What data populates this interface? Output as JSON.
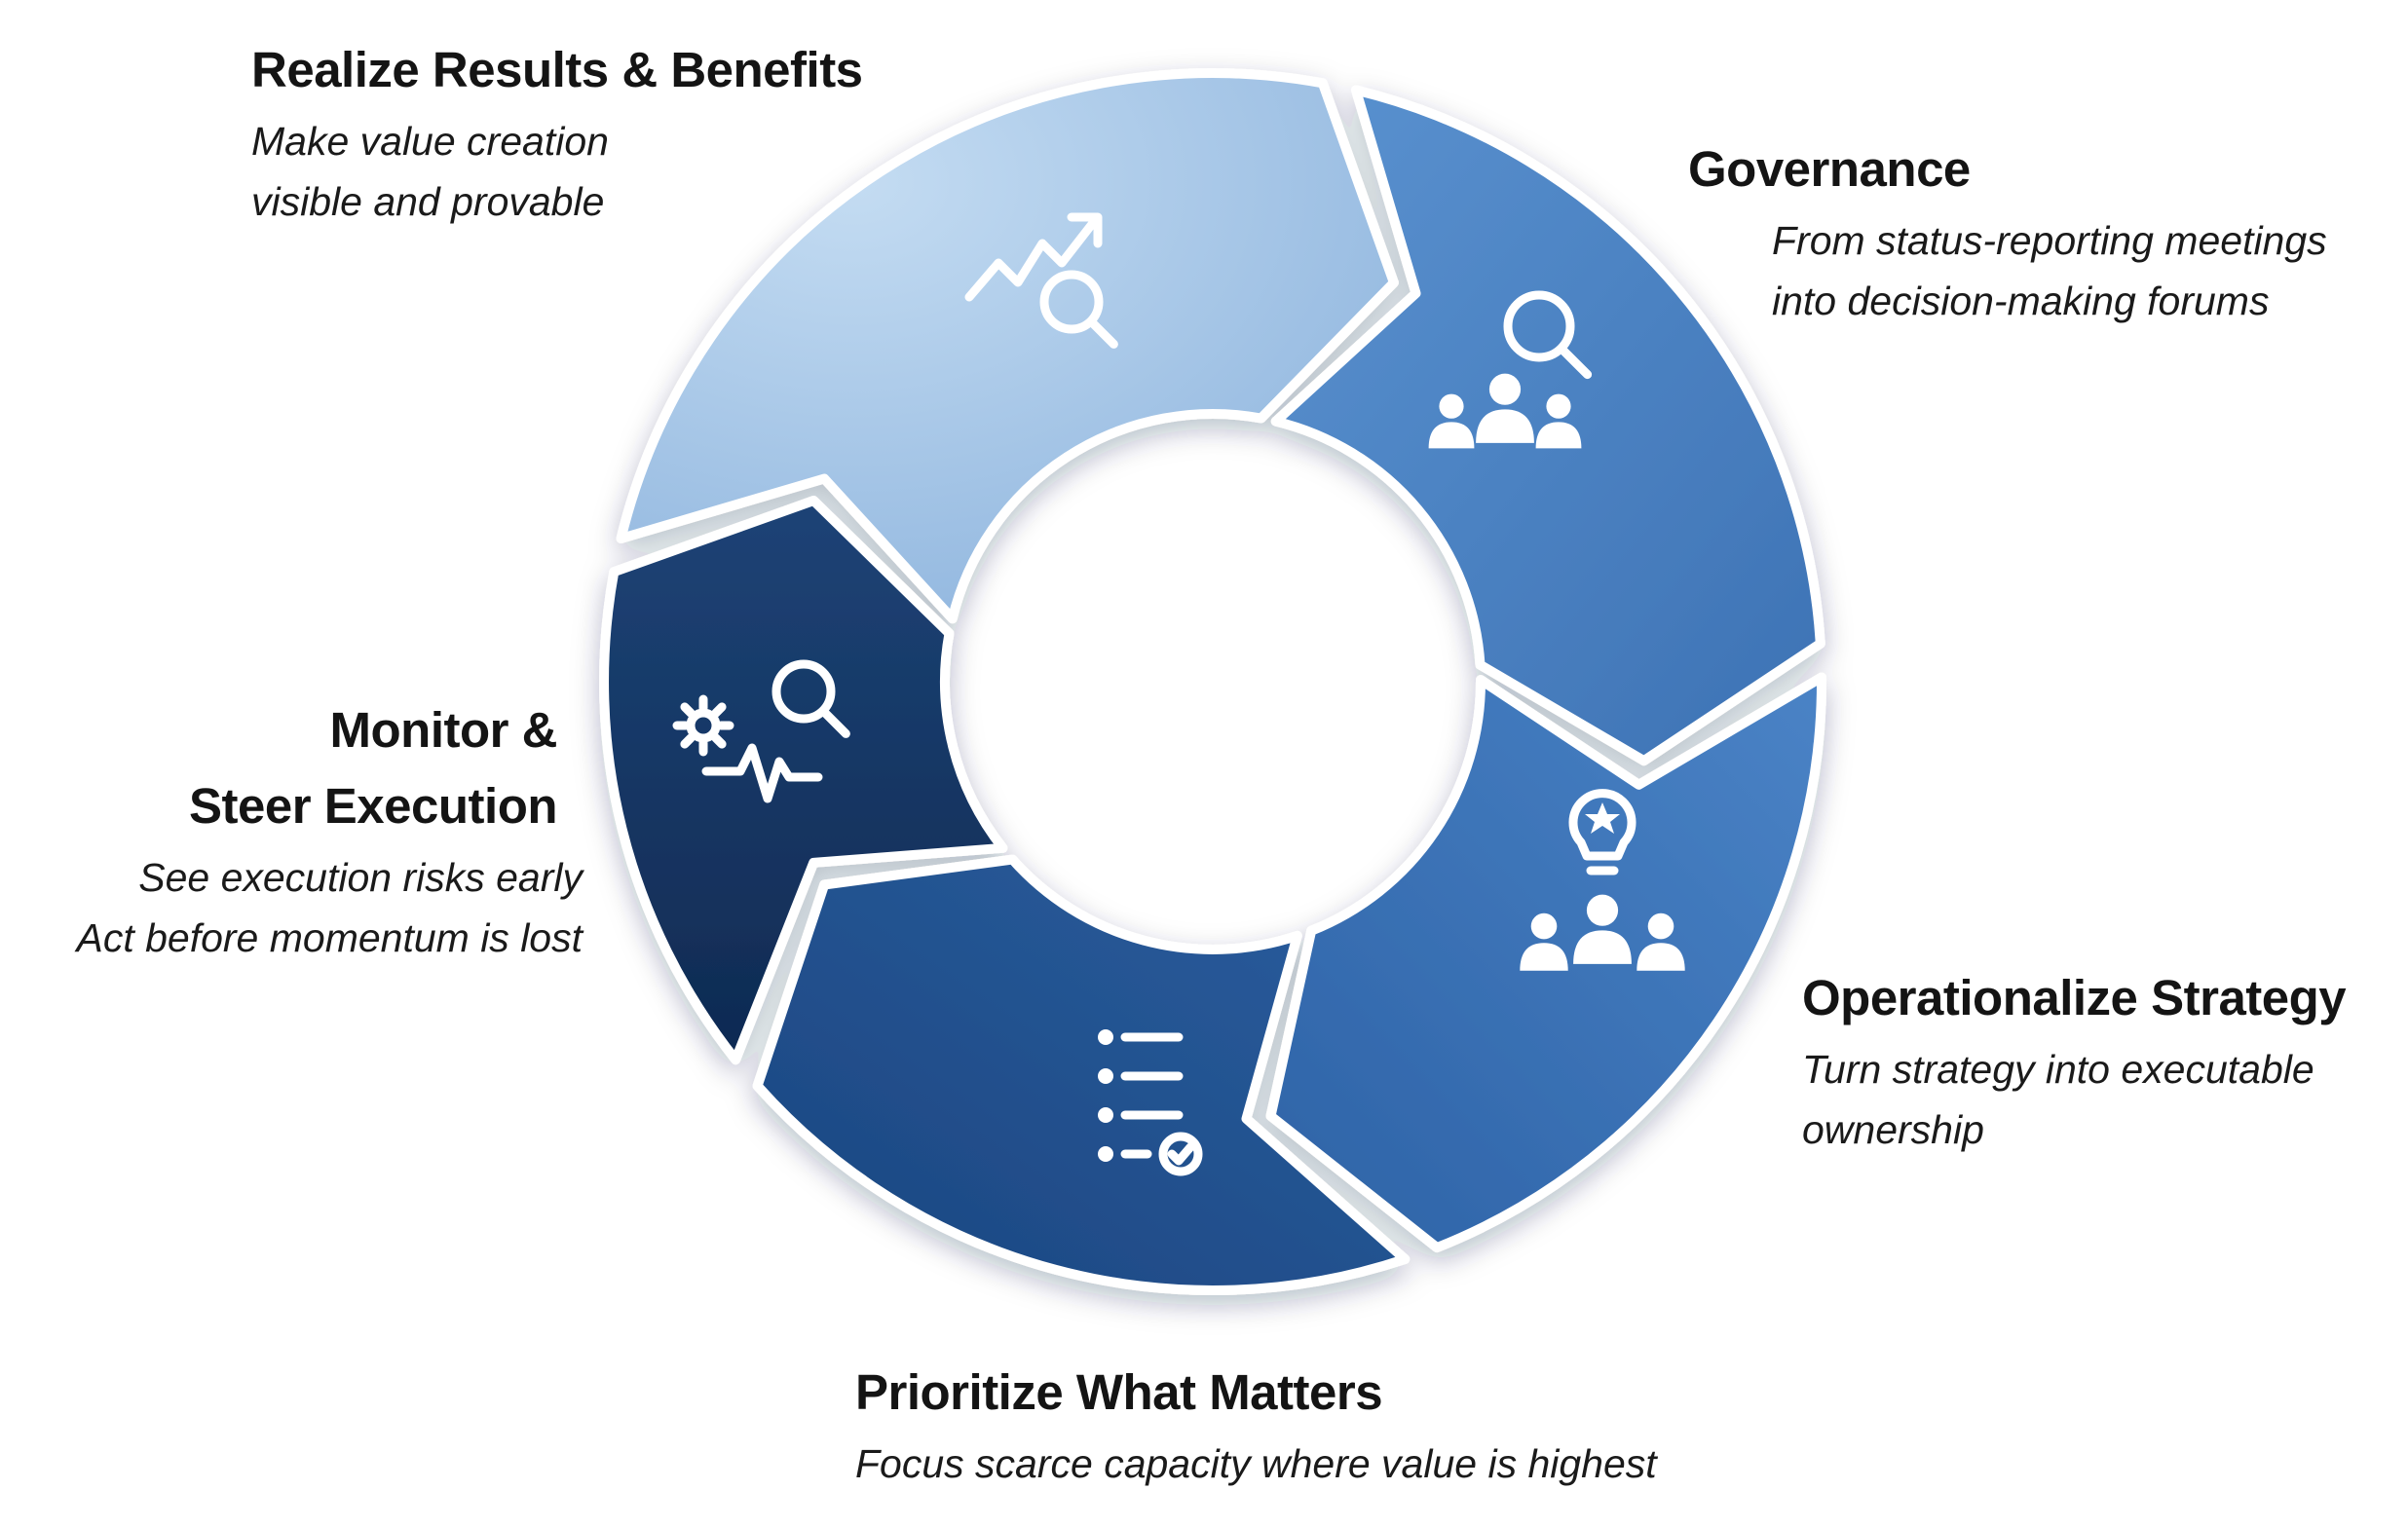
{
  "stages": [
    {
      "id": "realize",
      "title": "Realize Results & Benefits",
      "description": "Make value creation\nvisible and provable",
      "icon": "trend-up-magnifier-icon",
      "color": "#a8c8e8"
    },
    {
      "id": "governance",
      "title": "Governance",
      "description": "From status-reporting meetings\ninto  decision-making forums",
      "icon": "people-magnifier-icon",
      "color": "#4f86c6"
    },
    {
      "id": "operationalize",
      "title": "Operationalize Strategy",
      "description": "Turn strategy into executable\nownership",
      "icon": "people-lightbulb-icon",
      "color": "#3c74b8"
    },
    {
      "id": "prioritize",
      "title": "Prioritize What Matters",
      "description": "Focus scarce capacity where value is highest",
      "icon": "checklist-icon",
      "color": "#21518f"
    },
    {
      "id": "monitor",
      "title_lines": [
        "Monitor &",
        "Steer Execution"
      ],
      "description": "See execution risks early\nAct before momentum is lost",
      "icon": "gear-pulse-magnifier-icon",
      "color": "#173a6b"
    }
  ]
}
